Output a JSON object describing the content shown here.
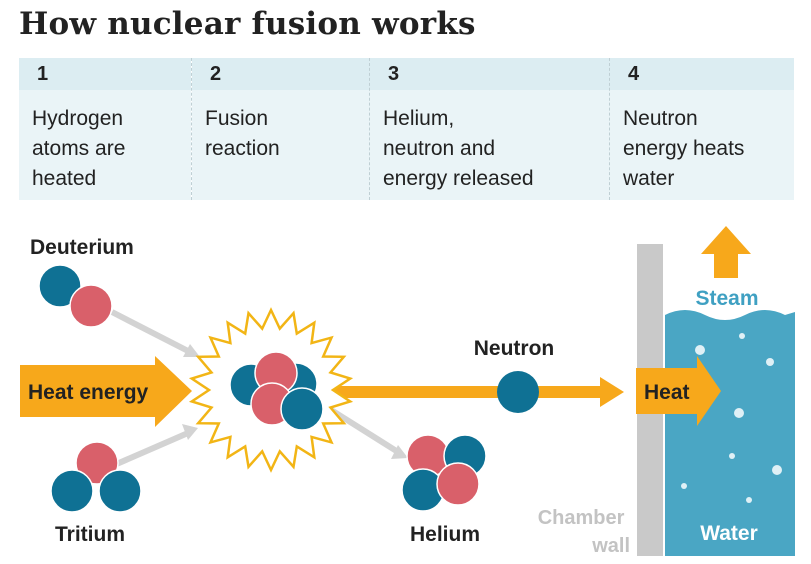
{
  "title": "How nuclear fusion works",
  "steps": [
    {
      "number": "1",
      "lines": [
        "Hydrogen",
        "atoms are",
        "heated"
      ]
    },
    {
      "number": "2",
      "lines": [
        "Fusion",
        "reaction"
      ]
    },
    {
      "number": "3",
      "lines": [
        "Helium,",
        "neutron and",
        "energy released"
      ]
    },
    {
      "number": "4",
      "lines": [
        "Neutron",
        "energy heats",
        "water"
      ]
    }
  ],
  "labels": {
    "deuterium": "Deuterium",
    "tritium": "Tritium",
    "heat_energy": "Heat energy",
    "neutron": "Neutron",
    "helium": "Helium",
    "heat": "Heat",
    "steam": "Steam",
    "water": "Water",
    "chamber_wall": [
      "Chamber",
      "wall"
    ]
  },
  "colors": {
    "proton": "#d9606a",
    "neutron_particle": "#0f7194",
    "energy_arrow": "#f7a81b",
    "water": "#4aa6c4",
    "wall": "#c9c9c9",
    "steam_text": "#3fa0c2"
  }
}
